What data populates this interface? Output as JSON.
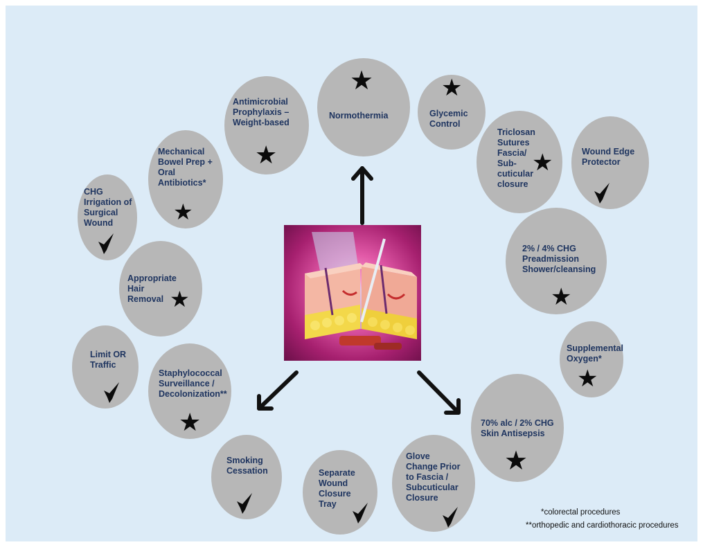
{
  "diagram": {
    "center": {
      "icon": "skin-layers-cross-section-icon"
    },
    "nodes": [
      {
        "id": "normothermia",
        "label": "Normothermia",
        "marker": "star"
      },
      {
        "id": "glycemic",
        "label": "Glycemic\nControl",
        "marker": "star"
      },
      {
        "id": "antimicrobial",
        "label": "Antimicrobial\nProphylaxis –\nWeight-based",
        "marker": "star"
      },
      {
        "id": "bowel-prep",
        "label": "Mechanical\nBowel Prep +\nOral\nAntibiotics*",
        "marker": "star"
      },
      {
        "id": "triclosan",
        "label": "Triclosan\nSutures\nFascia/\nSub-\ncuticular\nclosure",
        "marker": "star"
      },
      {
        "id": "wound-edge",
        "label": "Wound Edge\nProtector",
        "marker": "check"
      },
      {
        "id": "chg-irrigation",
        "label": "CHG\nIrrigation of\nSurgical\nWound",
        "marker": "check"
      },
      {
        "id": "preadmission",
        "label": "2% / 4% CHG\nPreadmission\nShower/cleansing",
        "marker": "star"
      },
      {
        "id": "hair-removal",
        "label": "Appropriate\nHair\nRemoval",
        "marker": "star"
      },
      {
        "id": "limit-or",
        "label": "Limit OR\nTraffic",
        "marker": "check"
      },
      {
        "id": "staph",
        "label": "Staphylococcal\nSurveillance /\nDecolonization**",
        "marker": "star"
      },
      {
        "id": "oxygen",
        "label": "Supplemental\nOxygen*",
        "marker": "star"
      },
      {
        "id": "skin-antisepsis",
        "label": "70% alc / 2% CHG\nSkin Antisepsis",
        "marker": "star"
      },
      {
        "id": "smoking",
        "label": "Smoking\nCessation",
        "marker": "check"
      },
      {
        "id": "closure-tray",
        "label": "Separate\nWound\nClosure\nTray",
        "marker": "check"
      },
      {
        "id": "glove-change",
        "label": "Glove\nChange Prior\nto Fascia /\nSubcuticular\nClosure",
        "marker": "check"
      }
    ],
    "footnotes": [
      "*colorectal procedures",
      "**orthopedic and cardiothoracic procedures"
    ],
    "colors": {
      "background": "#dcebf7",
      "circle": "#b7b7b7",
      "text": "#1f3560",
      "marker": "#0b0b0b"
    }
  }
}
